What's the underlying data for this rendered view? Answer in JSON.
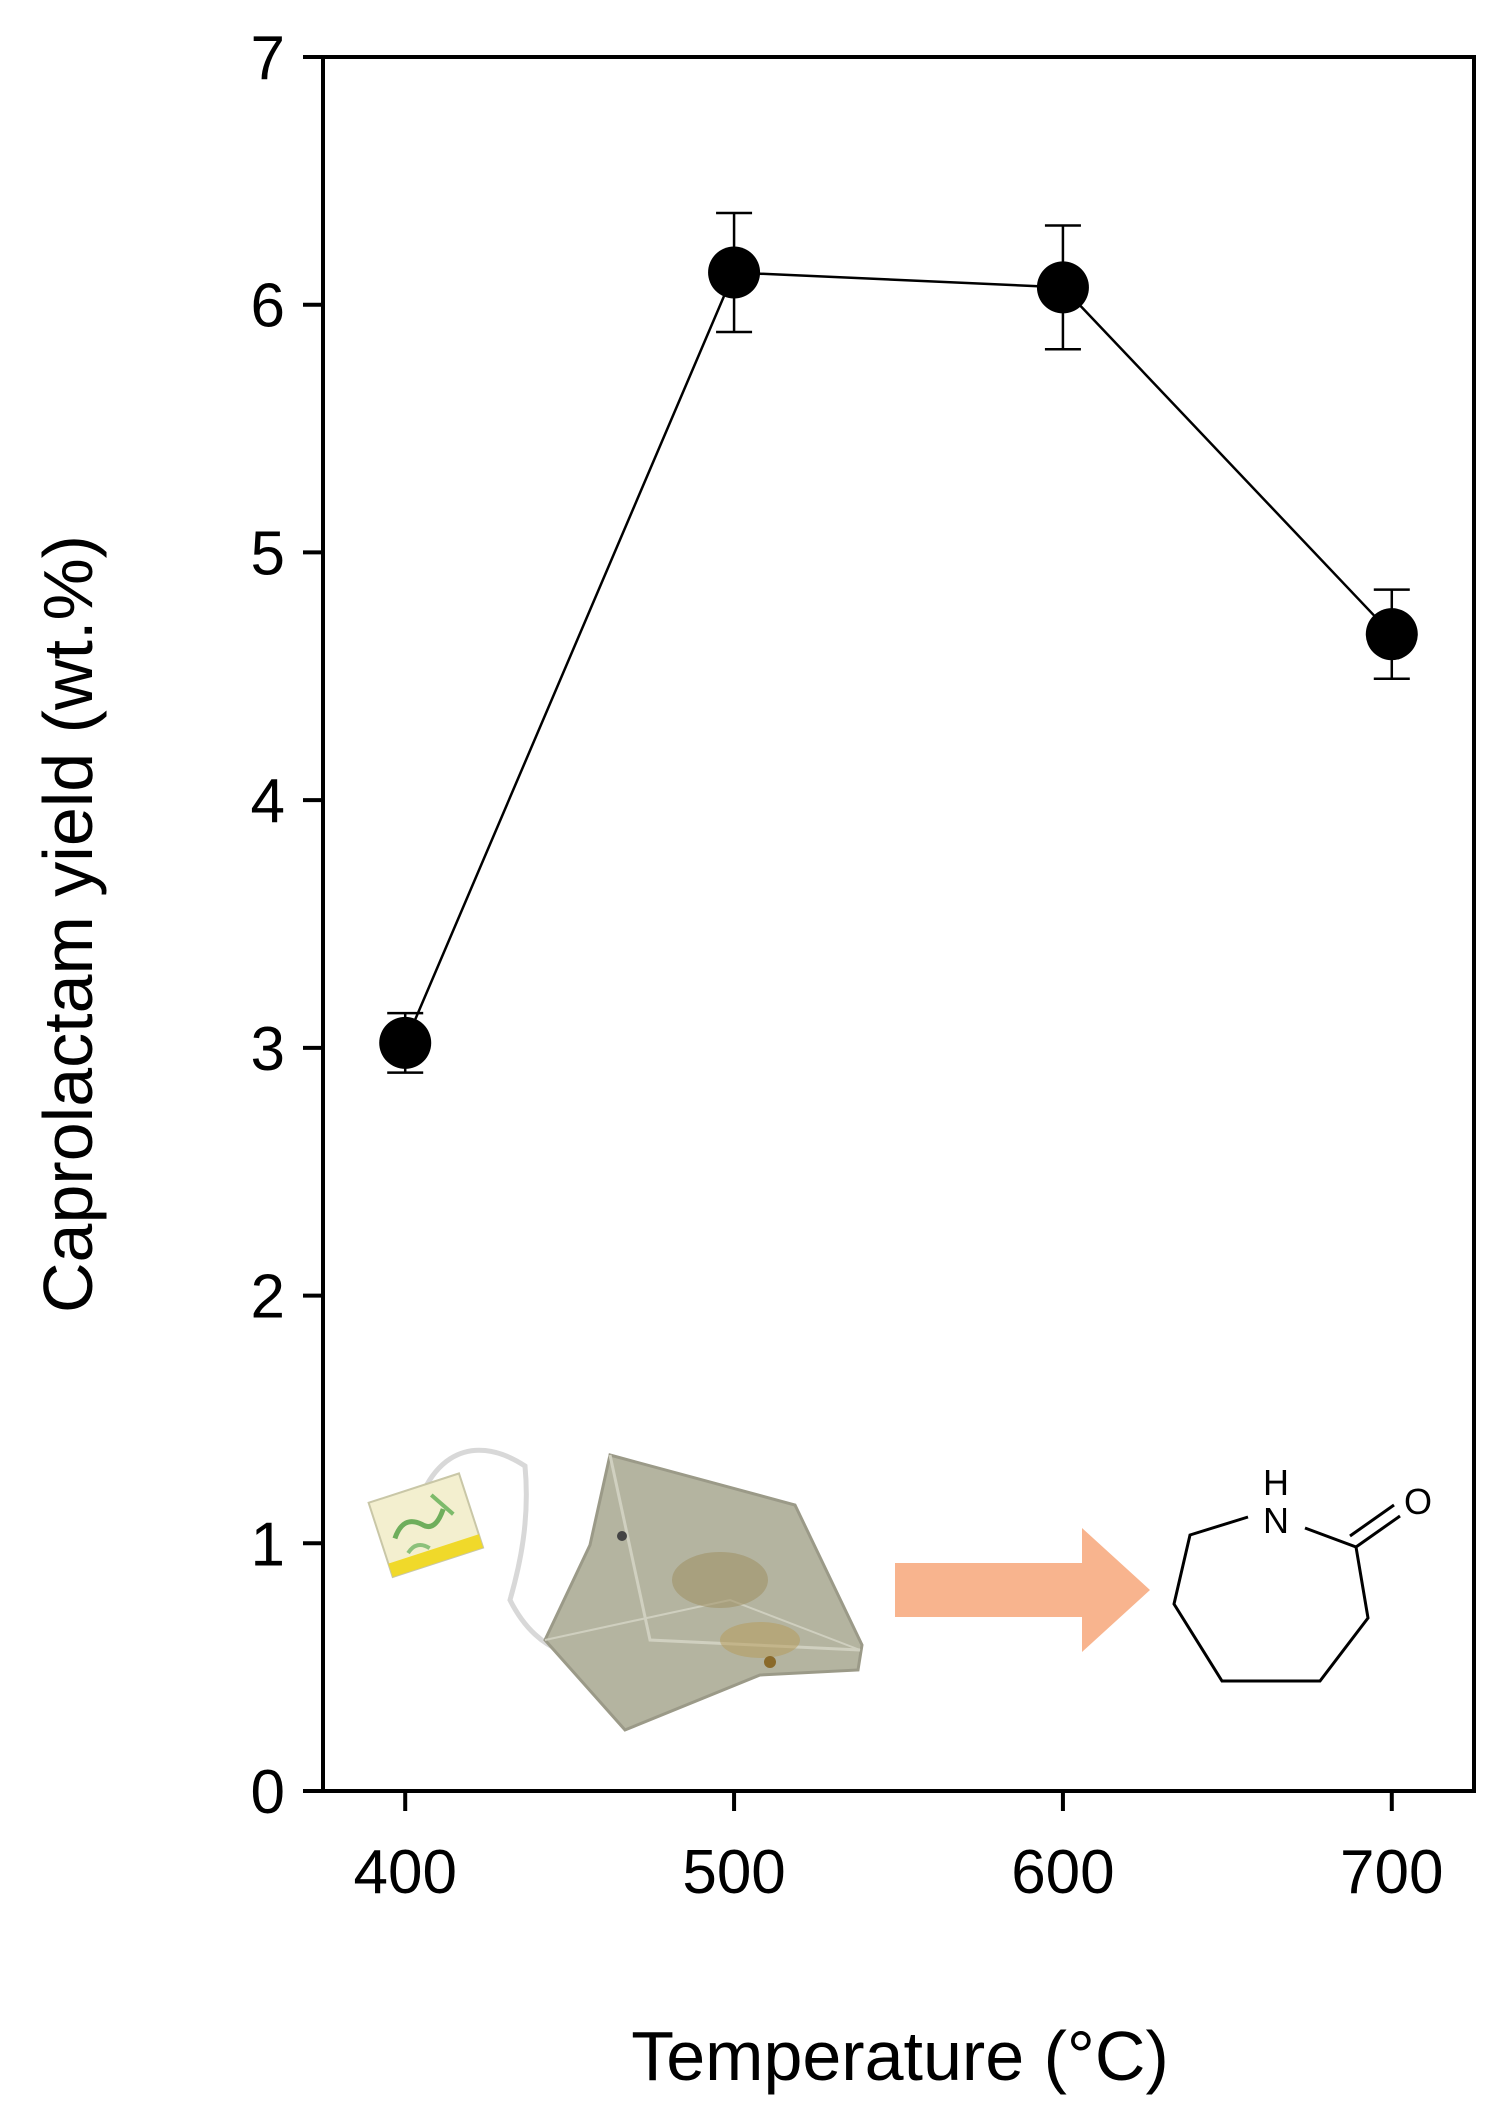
{
  "chart_data": {
    "type": "line",
    "xlabel": "Temperature (°C)",
    "ylabel": "Caprolactam yield (wt.%)",
    "xlim": [
      375,
      725
    ],
    "ylim": [
      0,
      7
    ],
    "x_ticks": [
      400,
      500,
      600,
      700
    ],
    "y_ticks": [
      0,
      1,
      2,
      3,
      4,
      5,
      6,
      7
    ],
    "grid": false,
    "legend": "none",
    "series": [
      {
        "x": [
          400,
          500,
          600,
          700
        ],
        "values": [
          3.02,
          6.13,
          6.07,
          4.67
        ],
        "errors": [
          0.12,
          0.24,
          0.25,
          0.18
        ],
        "marker": "filled-circle",
        "color": "#000000"
      }
    ],
    "inset": {
      "description_icons": [
        "used-tea-bag-image",
        "orange-arrow-icon",
        "caprolactam-structure-icon"
      ],
      "structure_labels": {
        "nh": "N",
        "h": "H",
        "o": "O"
      },
      "arrow_color": "#F8B48E"
    }
  }
}
